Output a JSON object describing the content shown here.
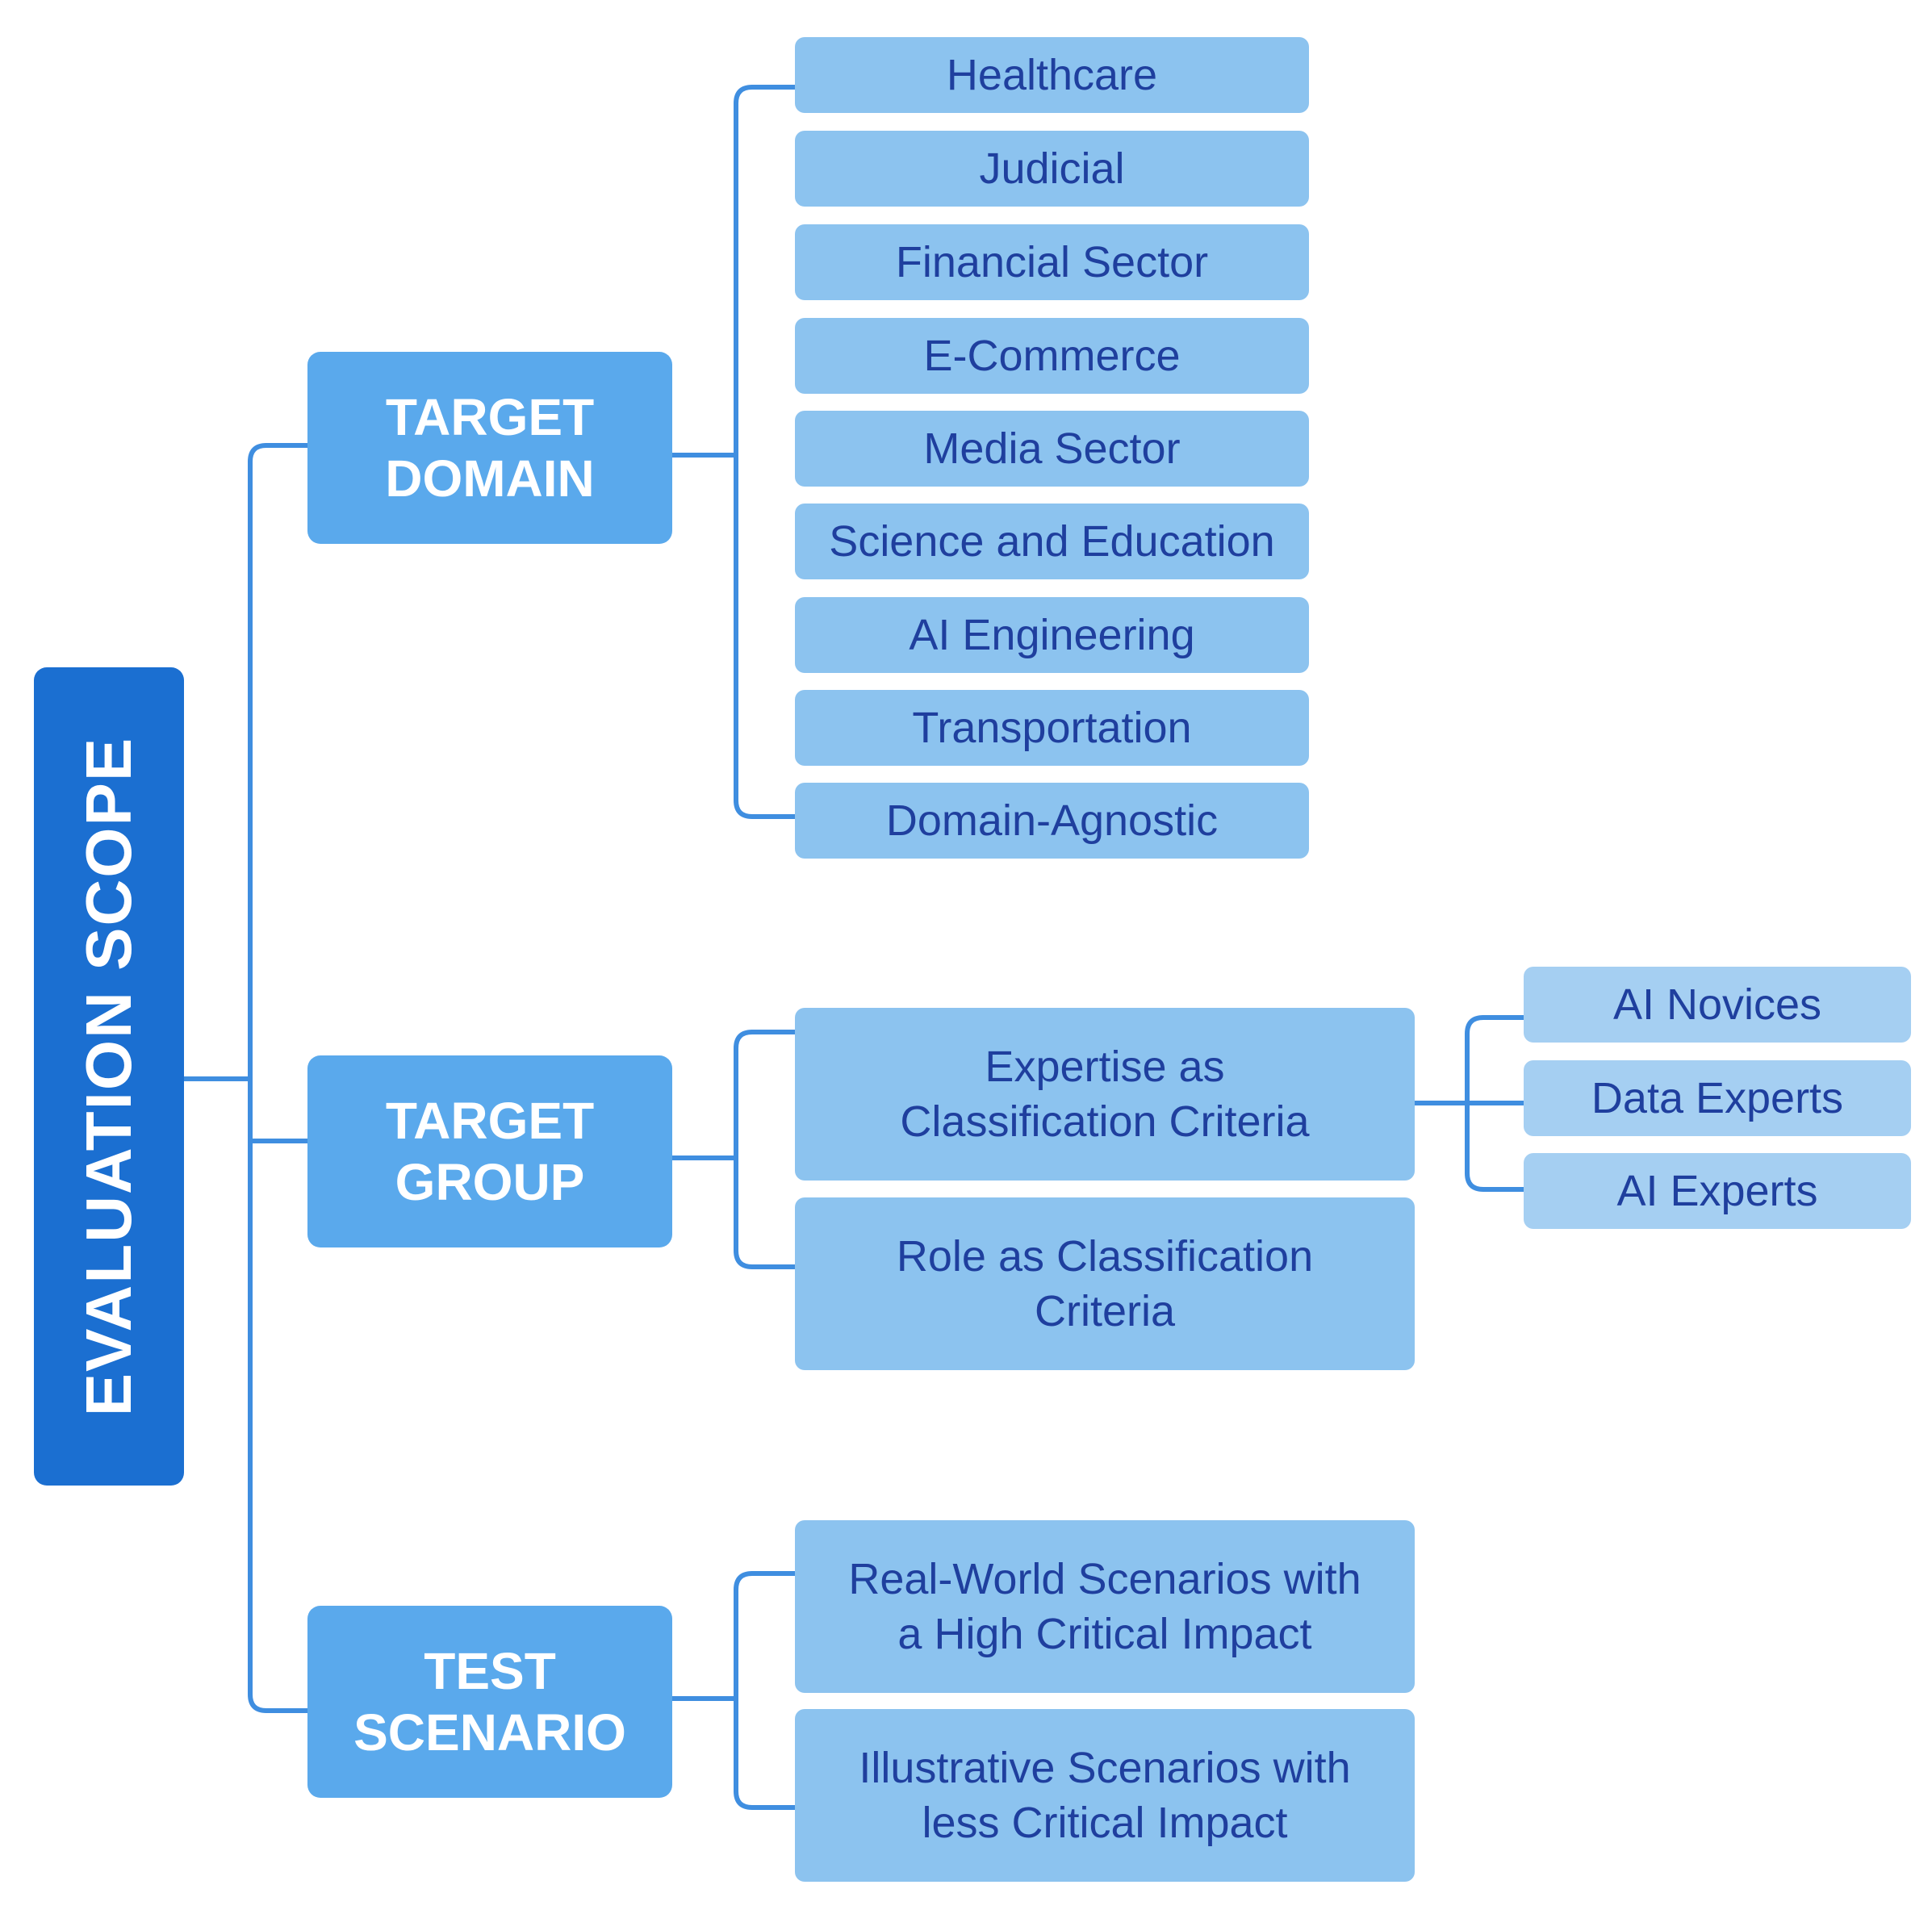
{
  "root": {
    "label": "EVALUATION SCOPE"
  },
  "categories": [
    {
      "label": "TARGET\nDOMAIN",
      "items": [
        "Healthcare",
        "Judicial",
        "Financial Sector",
        "E-Commerce",
        "Media Sector",
        "Science and Education",
        "AI Engineering",
        "Transportation",
        "Domain-Agnostic"
      ]
    },
    {
      "label": "TARGET\nGROUP",
      "items": [
        {
          "label": "Expertise as\nClassification Criteria",
          "children": [
            "AI Novices",
            "Data Experts",
            "AI Experts"
          ]
        },
        {
          "label": "Role as Classification\nCriteria"
        }
      ]
    },
    {
      "label": "TEST\nSCENARIO",
      "items": [
        "Real-World Scenarios with\na High Critical Impact",
        "Illustrative Scenarios with\nless Critical Impact"
      ]
    }
  ],
  "colors": {
    "root": "#1b6fd1",
    "category": "#5aa9ec",
    "leaf": "#8cc3ef",
    "subleaf": "#a5cff2",
    "leaf_text": "#1f3f9e",
    "connector": "#3f8ee0"
  }
}
